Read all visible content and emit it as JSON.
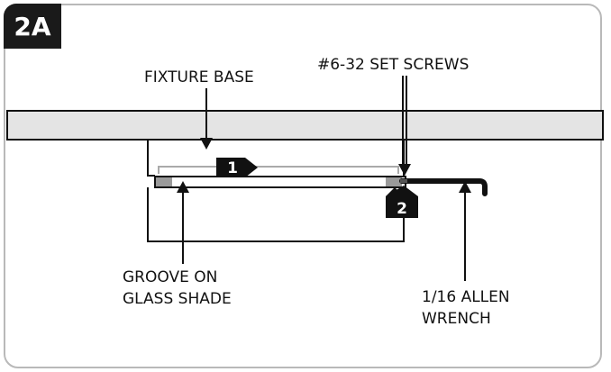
{
  "step_badge": "2A",
  "labels": {
    "fixture_base": "FIXTURE BASE",
    "set_screws": "#6-32 SET SCREWS",
    "groove": [
      "GROOVE ON",
      "GLASS SHADE"
    ],
    "allen_wrench": [
      "1/16 ALLEN",
      "WRENCH"
    ]
  },
  "markers": {
    "one": "1",
    "two": "2"
  },
  "colors": {
    "ceiling_fill": "#e4e4e4",
    "line": "#111111",
    "frame": "#b9b9b9",
    "screw": "#9a9a9a"
  }
}
